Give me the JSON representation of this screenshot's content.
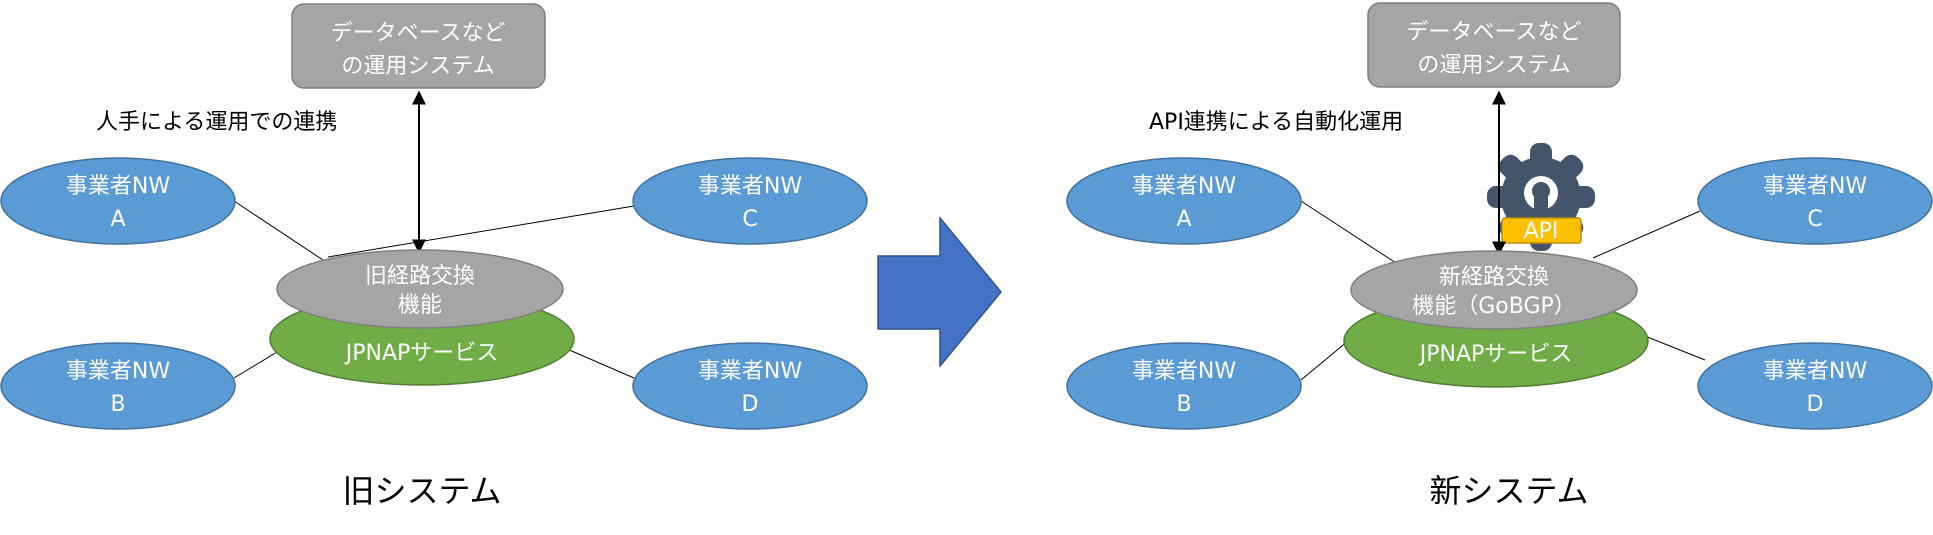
{
  "old_system": {
    "title": "旧システム",
    "db_box": {
      "line1": "データベースなど",
      "line2": "の運用システム"
    },
    "link_label": "人手による運用での連携",
    "router": {
      "line1": "旧経路交換",
      "line2": "機能"
    },
    "service": "JPNAPサービス",
    "networks": [
      {
        "line1": "事業者NW",
        "line2": "A"
      },
      {
        "line1": "事業者NW",
        "line2": "B"
      },
      {
        "line1": "事業者NW",
        "line2": "C"
      },
      {
        "line1": "事業者NW",
        "line2": "D"
      }
    ]
  },
  "new_system": {
    "title": "新システム",
    "db_box": {
      "line1": "データベースなど",
      "line2": "の運用システム"
    },
    "link_label": "API連携による自動化運用",
    "router": {
      "line1": "新経路交換",
      "line2": "機能（GoBGP）"
    },
    "service": "JPNAPサービス",
    "api_badge": "API",
    "networks": [
      {
        "line1": "事業者NW",
        "line2": "A"
      },
      {
        "line1": "事業者NW",
        "line2": "B"
      },
      {
        "line1": "事業者NW",
        "line2": "C"
      },
      {
        "line1": "事業者NW",
        "line2": "D"
      }
    ]
  },
  "colors": {
    "network": "#5b9bd5",
    "service": "#70ad47",
    "router": "#a5a5a5",
    "arrow": "#4472c4",
    "gear": "#44546a",
    "api": "#ffc000"
  }
}
